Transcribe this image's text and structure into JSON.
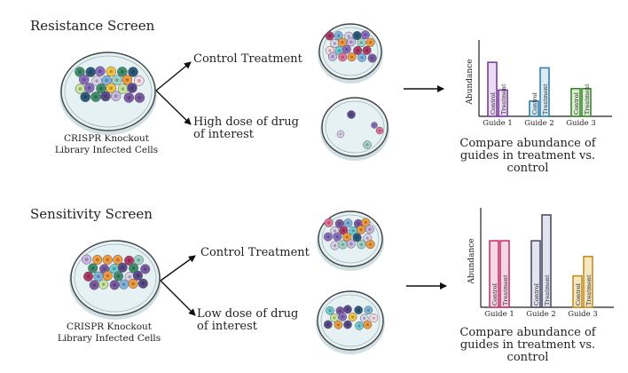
{
  "sections": [
    {
      "title": "Resistance Screen",
      "library_caption": [
        "CRISPR Knockout",
        "Library Infected Cells"
      ],
      "branch_top": [
        "Control Treatment"
      ],
      "branch_bottom": [
        "High dose of drug",
        "of interest"
      ],
      "compare": [
        "Compare abundance of",
        "guides in treatment vs.",
        "control"
      ],
      "chart": {
        "ylabel": "Abundance",
        "groups": [
          {
            "label": "Guide 1",
            "color": "#7b3f9e",
            "fill": "#e9dcf3",
            "bars": [
              {
                "name": "Control",
                "value": 0.78
              },
              {
                "name": "Treatment",
                "value": 0.38
              }
            ]
          },
          {
            "label": "Guide 2",
            "color": "#3a7fa8",
            "fill": "#d8ecf6",
            "bars": [
              {
                "name": "Control",
                "value": 0.22
              },
              {
                "name": "Treatment",
                "value": 0.7
              }
            ]
          },
          {
            "label": "Guide 3",
            "color": "#3a8a2e",
            "fill": "#dcefd4",
            "bars": [
              {
                "name": "Control",
                "value": 0.4
              },
              {
                "name": "Treatment",
                "value": 0.4
              }
            ]
          }
        ]
      }
    },
    {
      "title": "Sensitivity Screen",
      "library_caption": [
        "CRISPR Knockout",
        "Library Infected Cells"
      ],
      "branch_top": [
        "Control Treatment"
      ],
      "branch_bottom": [
        "Low dose of drug",
        "of interest"
      ],
      "compare": [
        "Compare abundance of",
        "guides in treatment vs.",
        "control"
      ],
      "chart": {
        "ylabel": "Abundance",
        "groups": [
          {
            "label": "Guide 1",
            "color": "#c8336e",
            "fill": "#f6d7e4",
            "bars": [
              {
                "name": "Control",
                "value": 0.72
              },
              {
                "name": "Treatment",
                "value": 0.72
              }
            ]
          },
          {
            "label": "Guide 2",
            "color": "#4d4d6a",
            "fill": "#e4e4ee",
            "bars": [
              {
                "name": "Control",
                "value": 0.72
              },
              {
                "name": "Treatment",
                "value": 1.0
              }
            ]
          },
          {
            "label": "Guide 3",
            "color": "#c59022",
            "fill": "#f6e6c4",
            "bars": [
              {
                "name": "Control",
                "value": 0.34
              },
              {
                "name": "Treatment",
                "value": 0.55
              }
            ]
          }
        ]
      }
    }
  ],
  "colors": {
    "dish_rim": "#444444",
    "dish_fill": "#e6f1f3",
    "arrow": "#111111"
  }
}
